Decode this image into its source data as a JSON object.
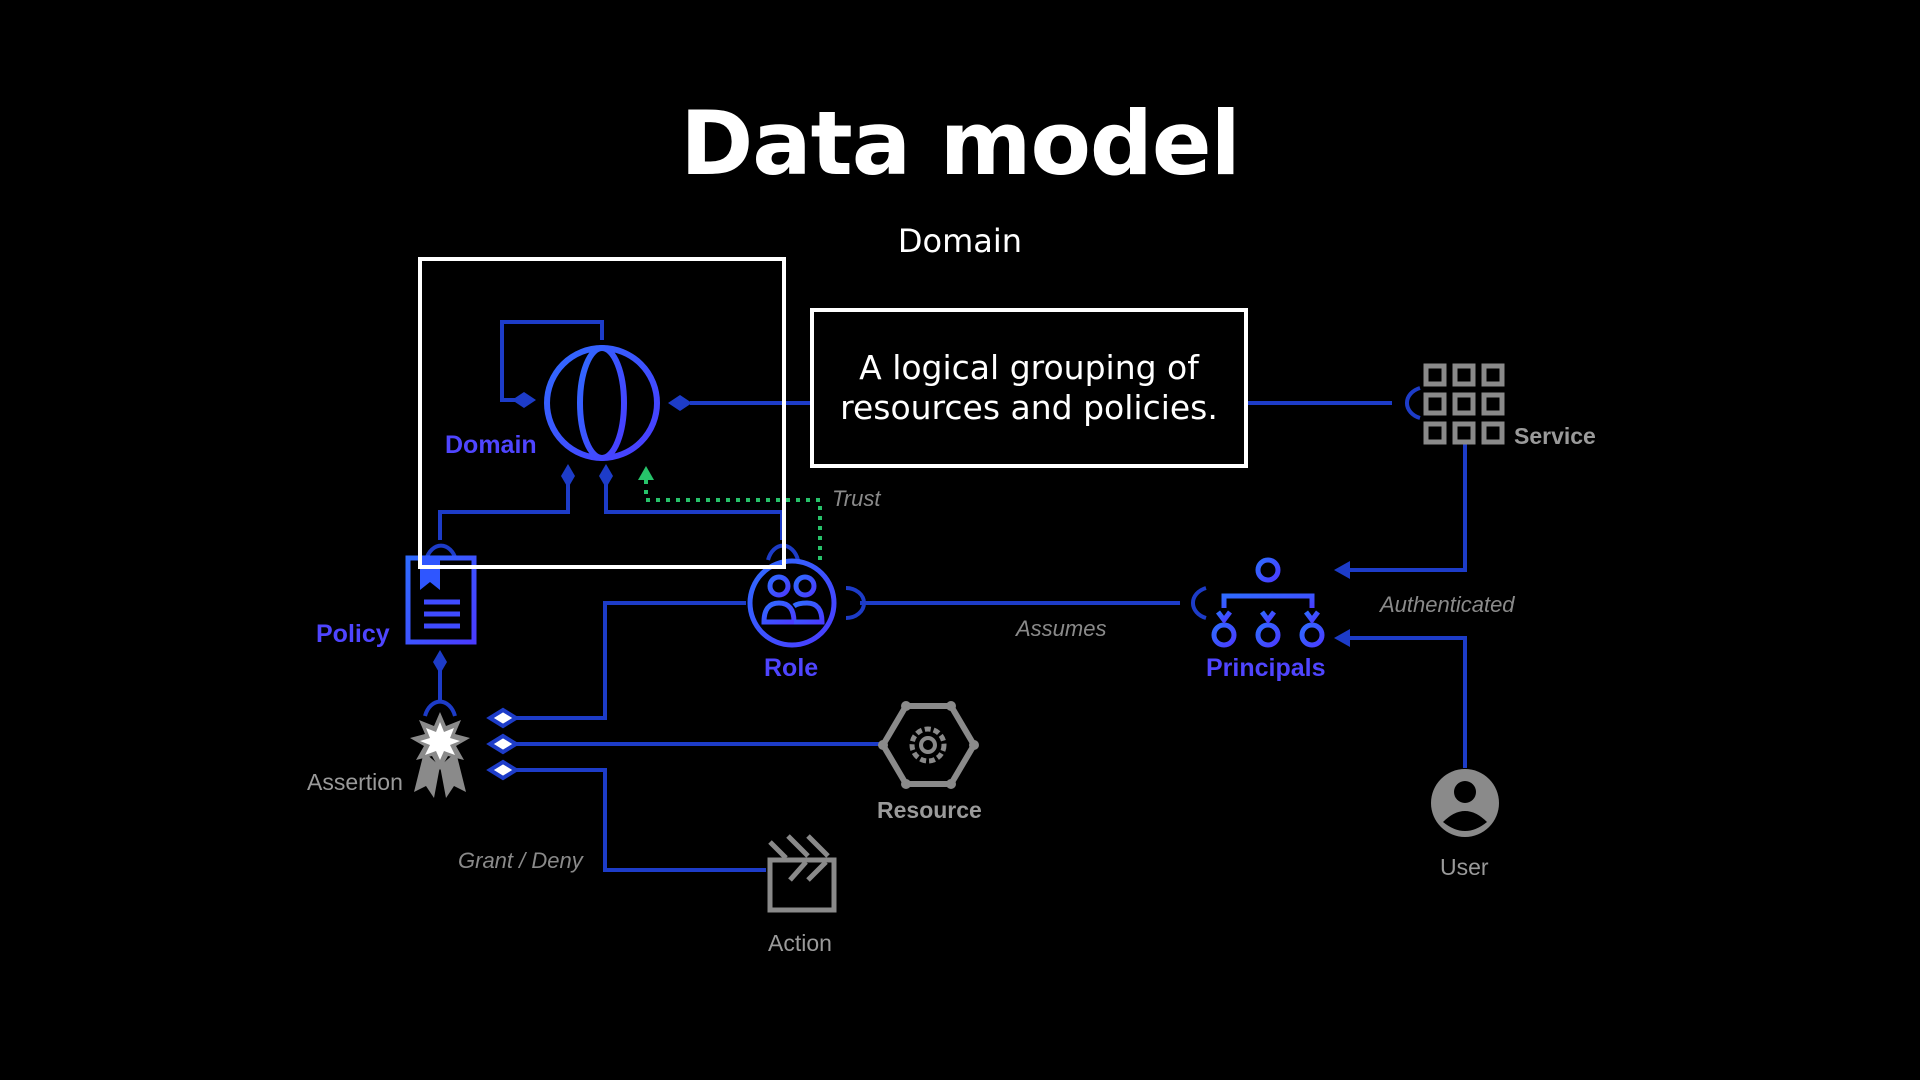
{
  "title": "Data model",
  "subtitle": "Domain",
  "callout": "A logical grouping of resources and policies.",
  "nodes": {
    "domain": "Domain",
    "policy": "Policy",
    "role": "Role",
    "principals": "Principals",
    "service": "Service",
    "assertion": "Assertion",
    "resource": "Resource",
    "action": "Action",
    "user": "User"
  },
  "edges": {
    "trust": "Trust",
    "assumes": "Assumes",
    "authenticated": "Authenticated",
    "grant_deny": "Grant / Deny"
  },
  "colors": {
    "background": "#000000",
    "line_blue": "#1d3cc8",
    "node_blue": "#3f4bff",
    "trust_green": "#27c36a",
    "grey": "#8a8a8a"
  },
  "icons": [
    "globe-icon",
    "document-icon",
    "group-icon",
    "org-chart-icon",
    "grid-icon",
    "badge-icon",
    "gear-icon",
    "clapperboard-icon",
    "user-icon"
  ]
}
